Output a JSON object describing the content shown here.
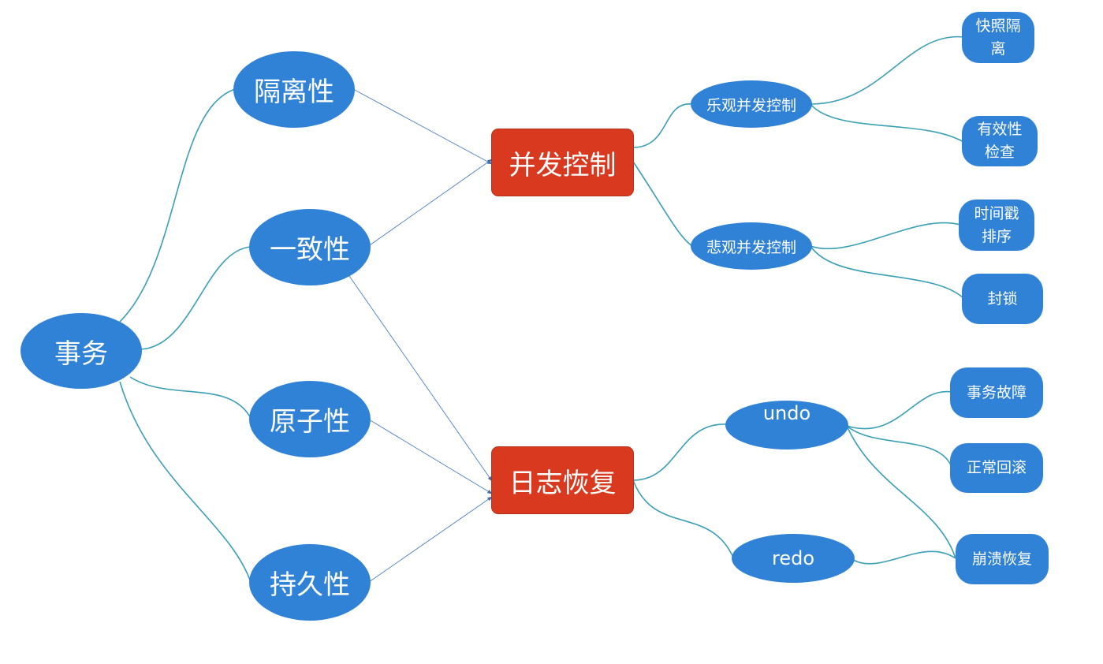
{
  "root": "事务",
  "properties": {
    "isolation": "隔离性",
    "consistency": "一致性",
    "atomicity": "原子性",
    "durability": "持久性"
  },
  "mechanisms": {
    "concurrency": "并发控制",
    "log_recovery": "日志恢复"
  },
  "concurrency_children": {
    "optimistic": "乐观并发控制",
    "pessimistic": "悲观并发控制"
  },
  "optimistic_children": {
    "snapshot_isolation_line1": "快照隔",
    "snapshot_isolation_line2": "离",
    "validation_line1": "有效性",
    "validation_line2": "检查"
  },
  "pessimistic_children": {
    "timestamp_line1": "时间戳",
    "timestamp_line2": "排序",
    "locking": "封锁"
  },
  "log_children": {
    "undo": "undo",
    "redo": "redo"
  },
  "undo_children": {
    "txn_failure": "事务故障",
    "normal_rollback": "正常回滚",
    "crash_recovery": "崩溃恢复"
  },
  "colors": {
    "node_blue": "#2f82d6",
    "mechanism_red": "#d9391f",
    "tree_line": "#3a9fb5",
    "arrow_line": "#4a7fc1"
  }
}
